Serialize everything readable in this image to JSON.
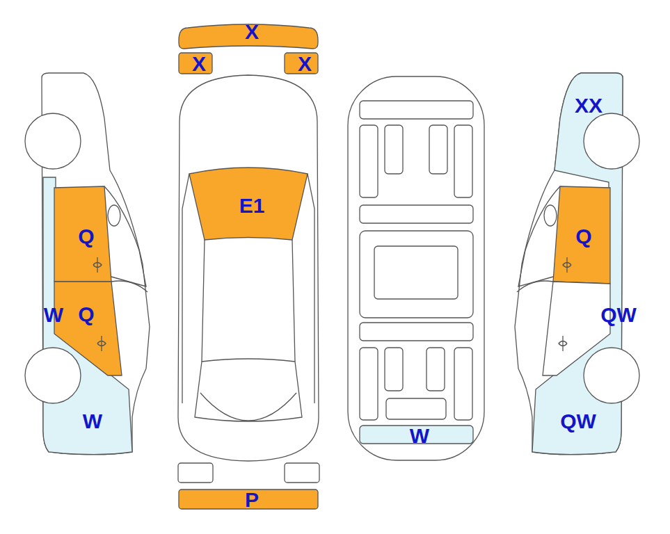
{
  "diagram": {
    "labels": [
      "X",
      "X",
      "X",
      "XX",
      "E1",
      "Q",
      "Q",
      "W",
      "Q",
      "QW",
      "W",
      "QW",
      "W",
      "P"
    ]
  }
}
